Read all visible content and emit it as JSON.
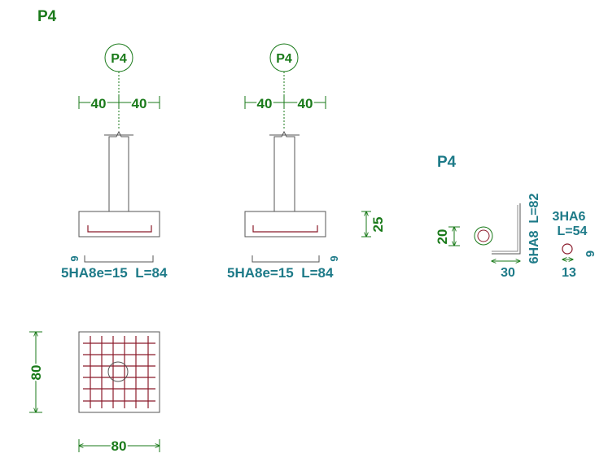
{
  "title": "P4",
  "colors": {
    "green": "#1a7a1a",
    "teal": "#1d7a88",
    "rebar": "#8b1a2a",
    "outline": "#555555"
  },
  "section_left": {
    "column_tag": "P4",
    "dim_left": "40",
    "dim_right": "40",
    "cover_mark": "6",
    "rebar_label": "5HA8e=15  L=84"
  },
  "section_right": {
    "column_tag": "P4",
    "dim_left": "40",
    "dim_right": "40",
    "cover_mark": "6",
    "rebar_label": "5HA8e=15  L=84",
    "height_dim": "25"
  },
  "plan": {
    "side_dim": "80",
    "bottom_dim": "80"
  },
  "details": {
    "title": "P4",
    "stirrup_height": "20",
    "bar_label": "6HA8  L=82",
    "bar_leg": "30",
    "small_label_1": "3HA6",
    "small_label_2": "L=54",
    "small_side": "6",
    "small_bottom": "13"
  }
}
